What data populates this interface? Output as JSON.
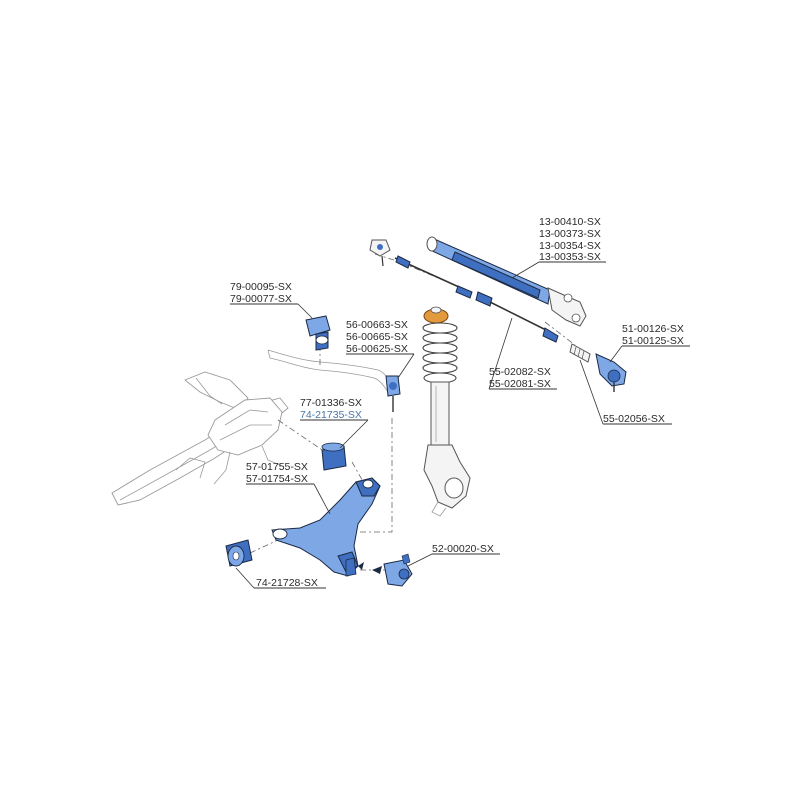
{
  "labels": {
    "rack_1": "13-00410-SX",
    "rack_2": "13-00373-SX",
    "rack_3": "13-00354-SX",
    "rack_4": "13-00353-SX",
    "stab_mount_1": "79-00095-SX",
    "stab_mount_2": "79-00077-SX",
    "link_1": "56-00663-SX",
    "link_2": "56-00665-SX",
    "link_3": "56-00625-SX",
    "tie_end_1": "51-00126-SX",
    "tie_end_2": "51-00125-SX",
    "tie_rod_1": "55-02082-SX",
    "tie_rod_2": "55-02081-SX",
    "boot": "55-02056-SX",
    "bush_rear_1": "77-01336-SX",
    "bush_rear_2": "74-21735-SX",
    "arm_1": "57-01755-SX",
    "arm_2": "57-01754-SX",
    "ball_joint": "52-00020-SX",
    "bush_front": "74-21728-SX"
  },
  "colors": {
    "part_highlight": "#7ea7e6",
    "part_highlight_dark": "#3f6fc0",
    "label_blue": "#4a76a8",
    "label_default": "#2a2a2a"
  }
}
